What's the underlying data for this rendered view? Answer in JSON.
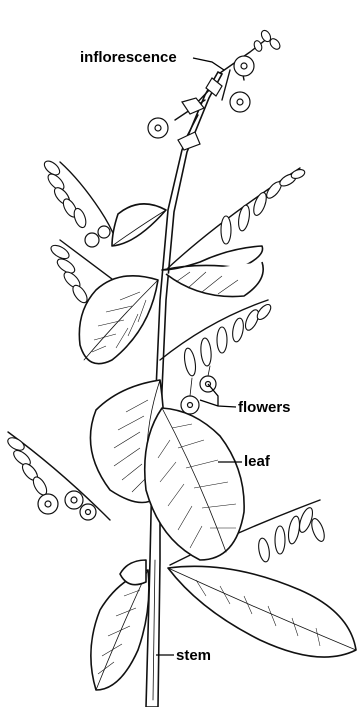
{
  "labels": {
    "inflorescence": "inflorescence",
    "flowers": "flowers",
    "leaf": "leaf",
    "stem": "stem"
  },
  "colors": {
    "ink": "#111111",
    "background": "#ffffff"
  }
}
